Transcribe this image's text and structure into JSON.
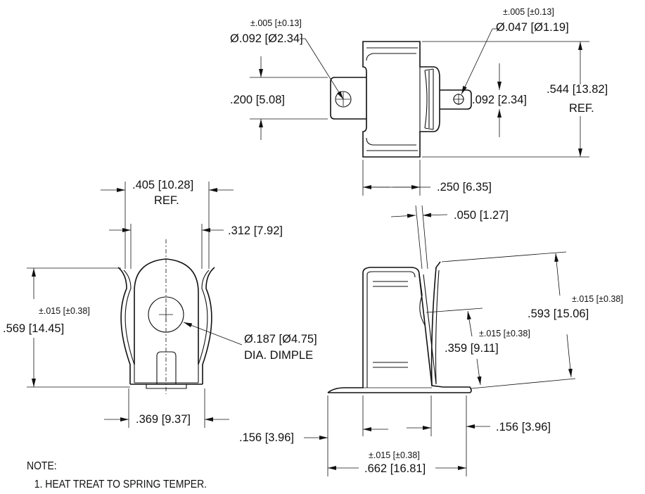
{
  "top_view": {
    "hole_left_tol": "±.005 [±0.13]",
    "hole_left_dia": "Ø.092 [Ø2.34]",
    "hole_right_tol": "±.005 [±0.13]",
    "hole_right_dia": "Ø.047 [Ø1.19]",
    "tab_width": ".200 [5.08]",
    "tab_right_width": ".092 [2.34]",
    "overall_height": ".544 [13.82]",
    "overall_height_ref": "REF.",
    "body_width": ".250 [6.35]"
  },
  "front_view": {
    "top_width": ".405 [10.28]",
    "top_width_ref": "REF.",
    "inner_width": ".312 [7.92]",
    "height_tol": "±.015 [±0.38]",
    "height": ".569 [14.45]",
    "dimple_dia": "Ø.187 [Ø4.75]",
    "dimple_label": "DIA. DIMPLE",
    "base_width": ".369 [9.37]"
  },
  "side_view": {
    "thickness": ".050 [1.27]",
    "spring_height_tol": "±.015 [±0.38]",
    "spring_height": ".593 [15.06]",
    "dimple_height_tol": "±.015 [±0.38]",
    "dimple_height": ".359 [9.11]",
    "foot_left": ".156 [3.96]",
    "foot_right": ".156 [3.96]",
    "length_tol": "±.015 [±0.38]",
    "length": ".662 [16.81]"
  },
  "notes": {
    "heading": "NOTE:",
    "items": [
      "1. HEAT TREAT TO SPRING TEMPER."
    ]
  }
}
